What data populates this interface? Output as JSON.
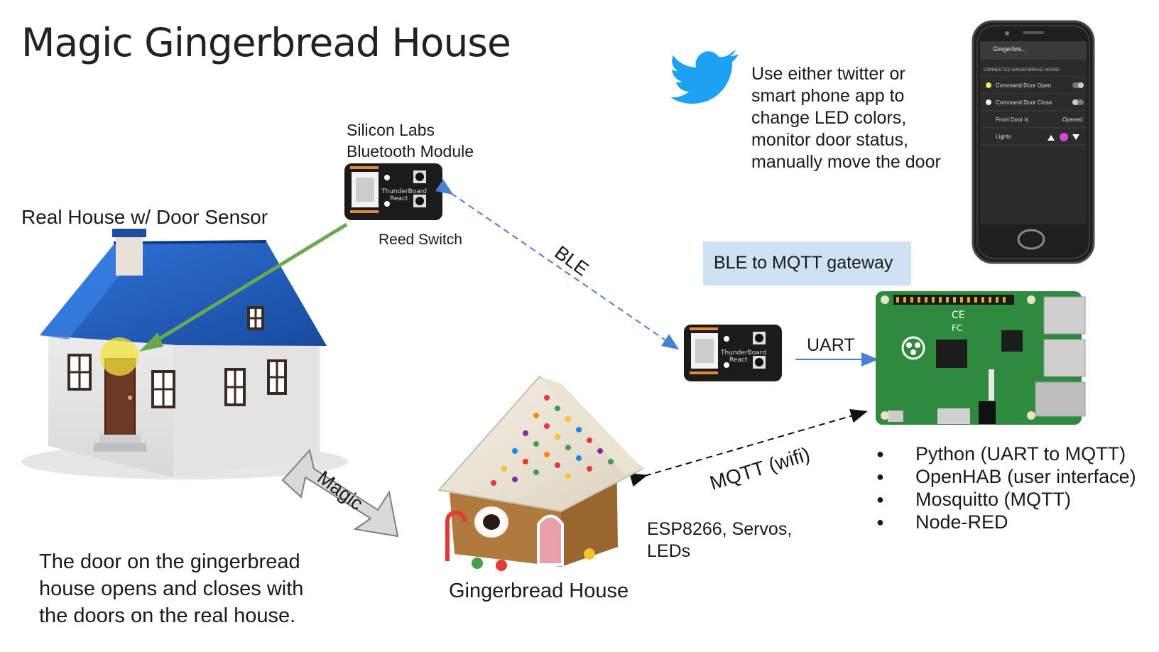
{
  "title": "Magic Gingerbread House",
  "labels": {
    "silicon_labs_line1": "Silicon Labs",
    "silicon_labs_line2": "Bluetooth Module",
    "reed_switch": "Reed Switch",
    "real_house": "Real House w/ Door Sensor",
    "ble": "BLE",
    "uart": "UART",
    "mqtt": "MQTT (wifi)",
    "magic": "Magic",
    "gateway": "BLE to MQTT gateway",
    "esp_line1": "ESP8266, Servos,",
    "esp_line2": "LEDs",
    "gingerbread_house": "Gingerbread House"
  },
  "twitter_text": [
    "Use either twitter or",
    "smart phone app to",
    "change LED colors,",
    "monitor door status,",
    "manually move the door"
  ],
  "door_text": [
    "The door on the gingerbread",
    "house opens and closes with",
    "the doors on the real house."
  ],
  "bullets": [
    "Python (UART to MQTT)",
    "OpenHAB (user interface)",
    "Mosquitto (MQTT)",
    "Node-RED"
  ],
  "phone": {
    "app_title": "Gingerbre...",
    "section_header": "CONNECTED GINGERBREAD HOUSE",
    "row1": "Command Door Open",
    "row2": "Command Door Close",
    "row3_label": "Front Door is",
    "row3_value": "Opened",
    "row4": "Lights"
  },
  "board_label": {
    "line1": "ThunderBoard",
    "line2": "React"
  },
  "colors": {
    "roof_blue": "#1f5fbf",
    "twitter_blue": "#1da1f2",
    "ble_line": "#4a7fd6",
    "sensor_arrow": "#6aa84f",
    "gateway_box": "#cfe2f3",
    "pi_green": "#2e8b3d"
  }
}
